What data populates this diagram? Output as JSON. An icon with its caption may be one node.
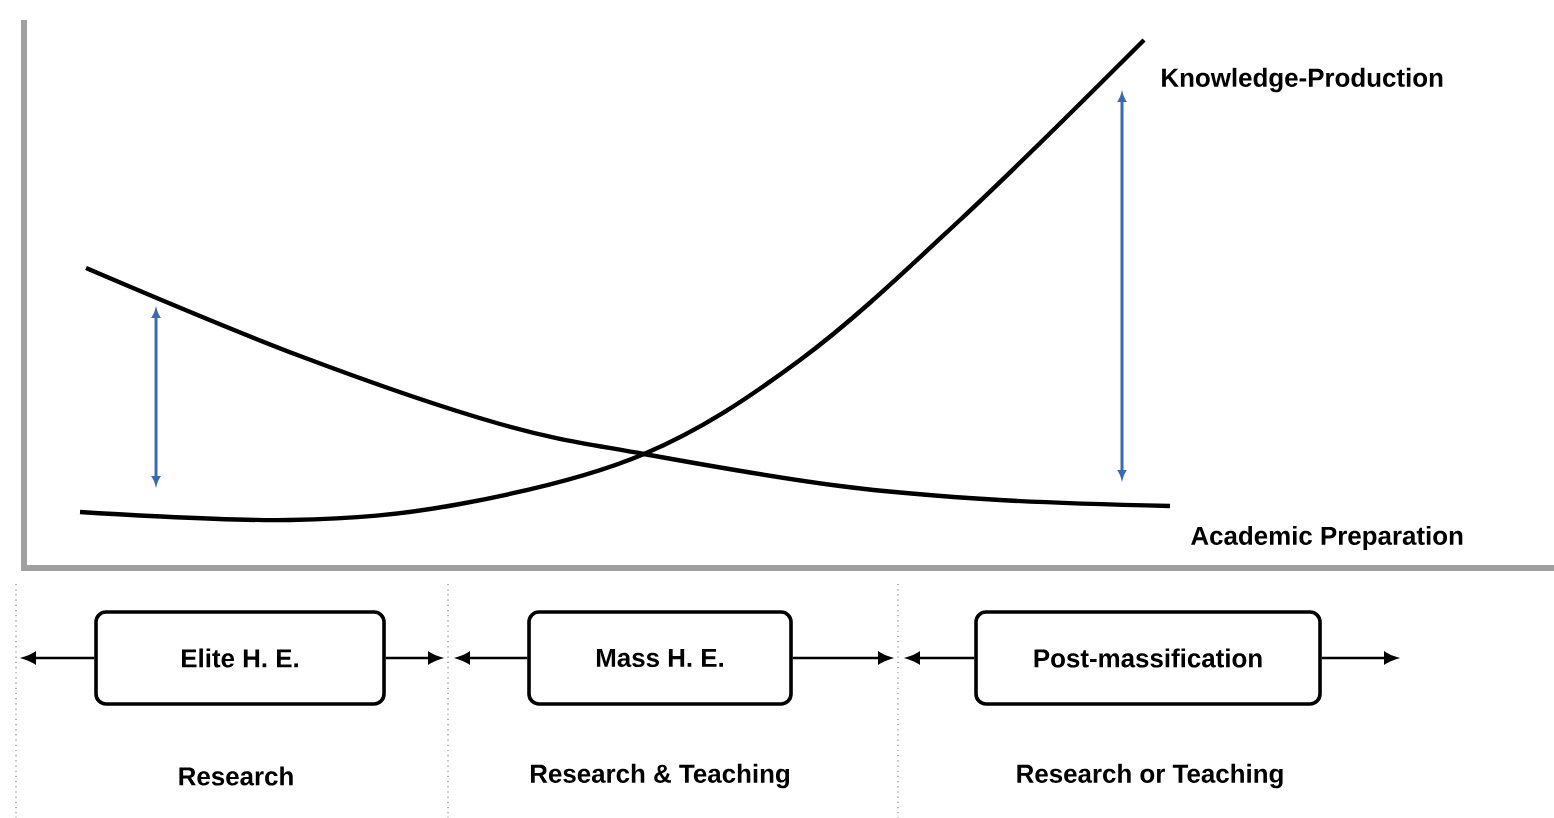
{
  "diagram": {
    "nodes": [
      {
        "text": [
          "Elite H. E."
        ]
      },
      {
        "text": [
          "Mass H. E."
        ]
      },
      {
        "text": [
          "Post-massification"
        ]
      }
    ],
    "edges": [
      {
        "from": 0,
        "to": null,
        "arrow": "to"
      },
      {
        "from": 0,
        "to": null,
        "arrow": "to"
      },
      {
        "from": 1,
        "to": null,
        "arrow": "to"
      },
      {
        "from": 1,
        "to": null,
        "arrow": "to"
      },
      {
        "from": 2,
        "to": null,
        "arrow": "to"
      },
      {
        "from": 2,
        "to": null,
        "arrow": "to"
      }
    ],
    "labels": [
      "Knowledge-Production",
      "Academic Preparation",
      "Research",
      "Research & Teaching",
      "Research or Teaching"
    ]
  }
}
